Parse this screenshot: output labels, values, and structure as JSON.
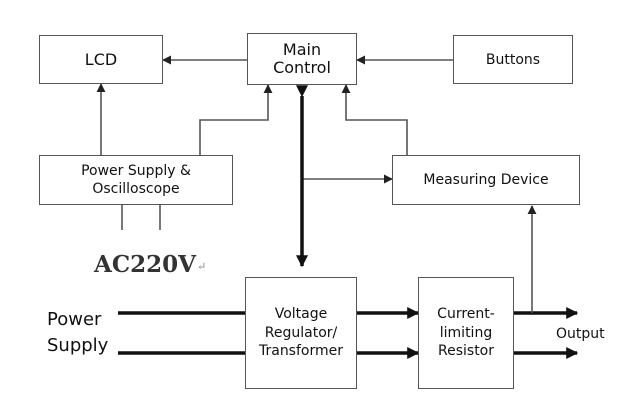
{
  "blocks": {
    "lcd": "LCD",
    "main_control": [
      "Main",
      "Control"
    ],
    "buttons": "Buttons",
    "power_osc": [
      "Power Supply &",
      "Oscilloscope"
    ],
    "measuring": "Measuring Device",
    "vreg": [
      "Voltage",
      "Regulator/",
      "Transformer"
    ],
    "current_limit": [
      "Current-",
      "limiting",
      "Resistor"
    ]
  },
  "labels": {
    "ac": "AC220V",
    "ac_mark": "↵",
    "power_supply": [
      "Power",
      "Supply"
    ],
    "output": "Output"
  },
  "colors": {
    "line": "#555555",
    "thick_line": "#111111"
  }
}
